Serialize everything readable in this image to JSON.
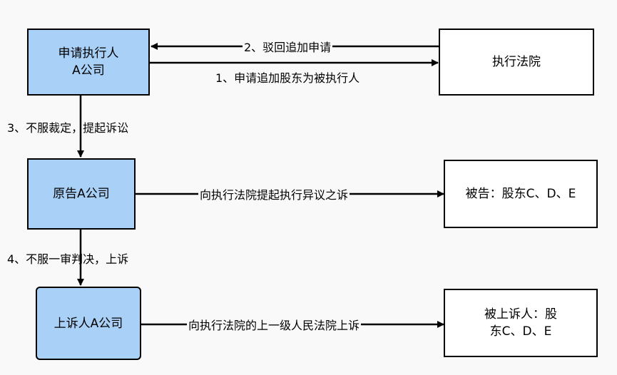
{
  "nodes": {
    "applicant": "申请执行人\nA公司",
    "court": "执行法院",
    "plaintiff": "原告A公司",
    "defendant": "被告：股东C、D、E",
    "appellant": "上诉人A公司",
    "appellee": "被上诉人：股\n东C、D、E"
  },
  "edges": {
    "reject": "2、驳回追加申请",
    "apply": "1、申请追加股东为被执行人",
    "disagree_ruling": "3、不服裁定，提起诉讼",
    "objection_suit": "向执行法院提起执行异议之诉",
    "disagree_judgment": "4、不服一审判决，上诉",
    "appeal": "向执行法院的上一级人民法院上诉"
  }
}
